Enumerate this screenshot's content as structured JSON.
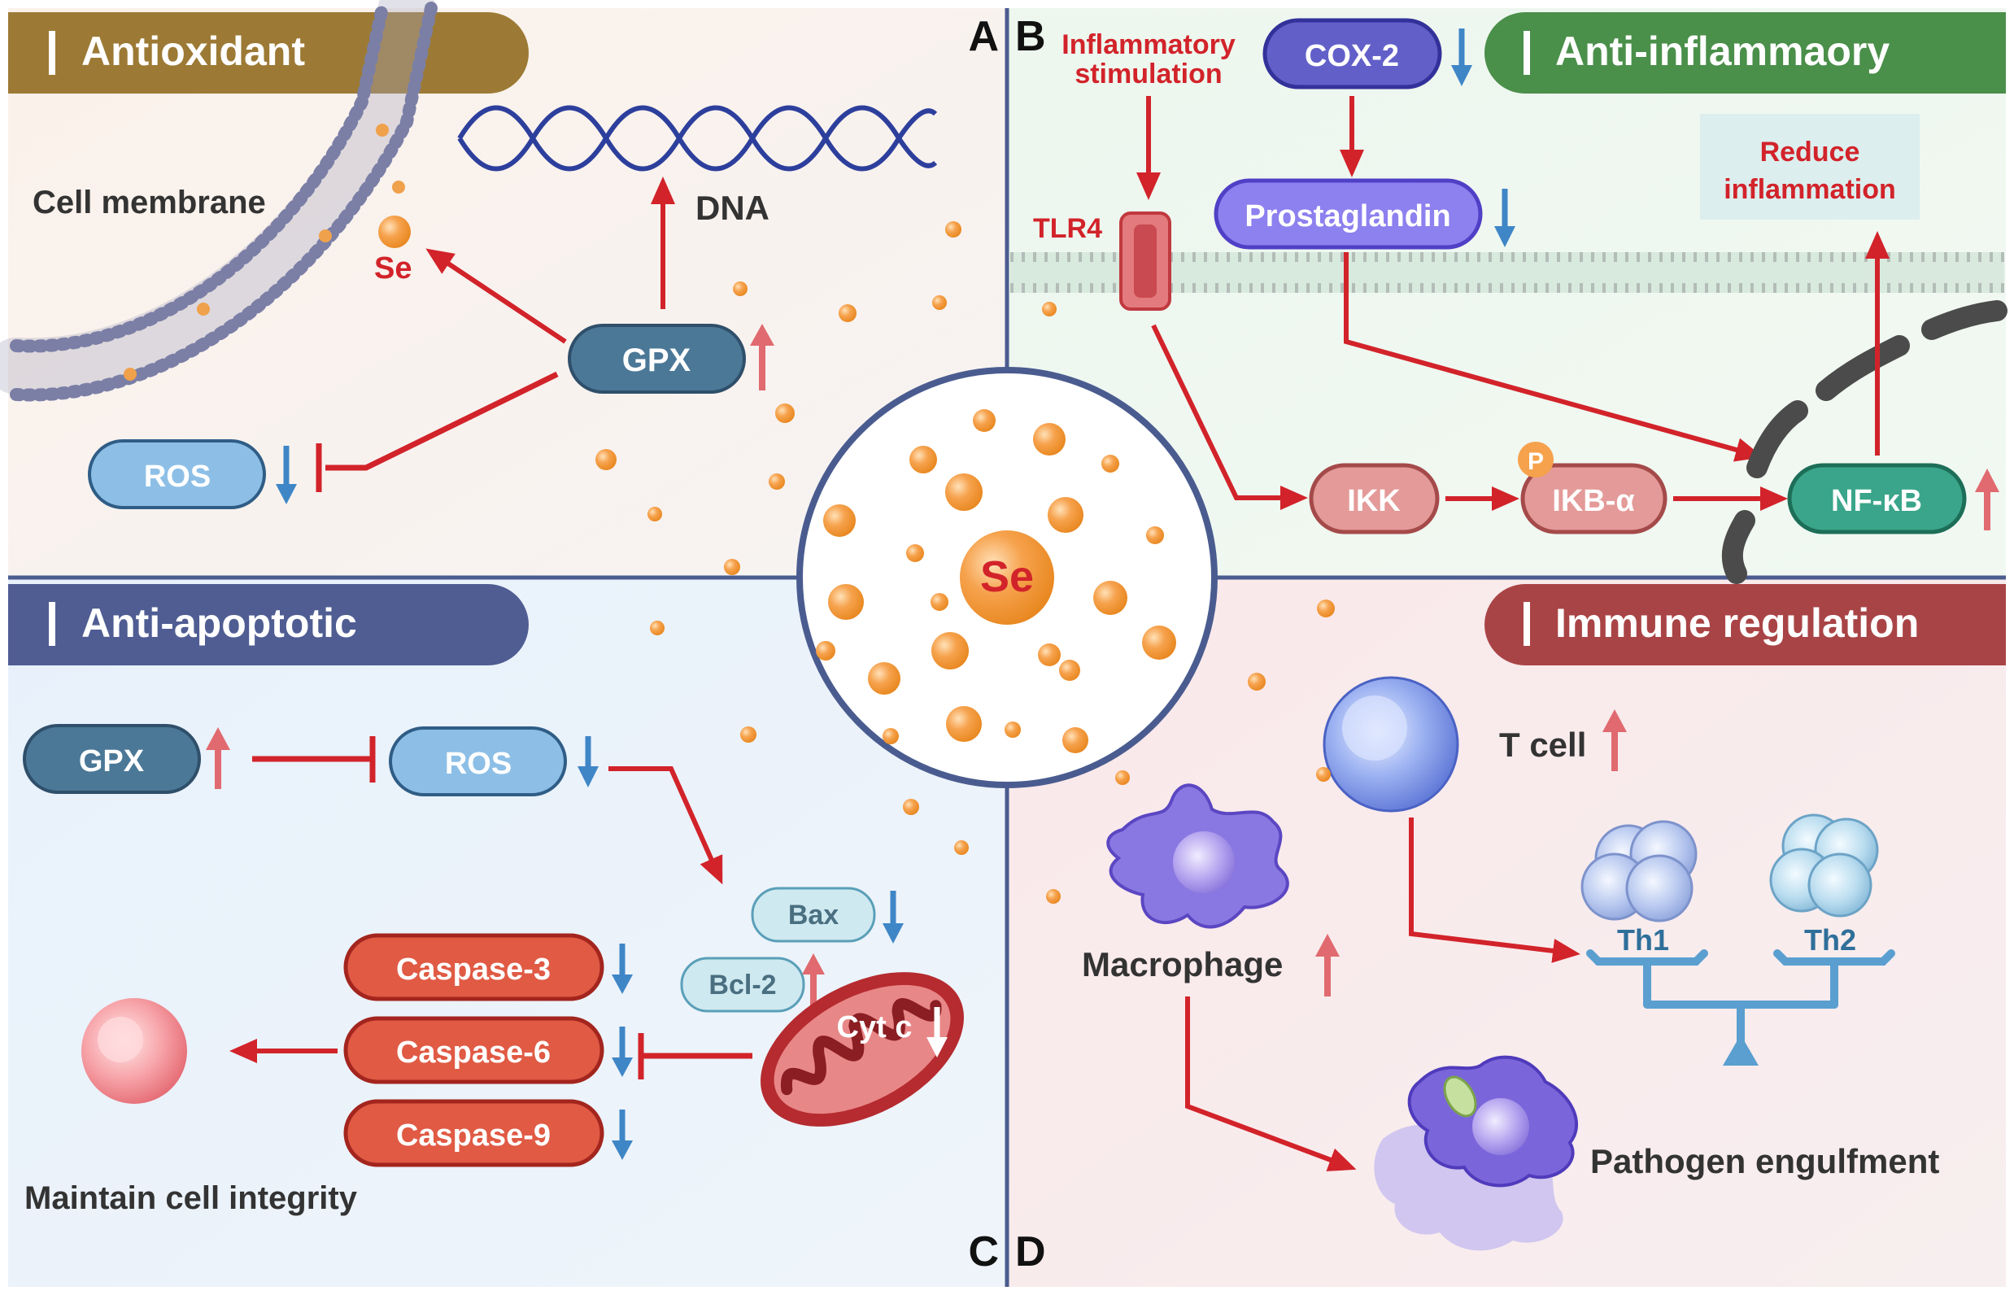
{
  "panels": {
    "a": {
      "title": "Antioxidant",
      "letter": "A"
    },
    "b": {
      "title": "Anti-inflammaory",
      "letter": "B"
    },
    "c": {
      "title": "Anti-apoptotic",
      "letter": "C"
    },
    "d": {
      "title": "Immune regulation",
      "letter": "D"
    }
  },
  "center": {
    "label": "Se"
  },
  "antioxidant": {
    "cell_membrane": "Cell membrane",
    "se": "Se",
    "dna": "DNA",
    "gpx": "GPX",
    "ros": "ROS"
  },
  "inflammatory": {
    "stimulation_line1": "Inflammatory",
    "stimulation_line2": "stimulation",
    "cox2": "COX-2",
    "prostaglandin": "Prostaglandin",
    "tlr4": "TLR4",
    "reduce_line1": "Reduce",
    "reduce_line2": "inflammation",
    "ikk": "IKK",
    "p": "P",
    "ikb": "IKB-α",
    "nfkb": "NF-κB"
  },
  "apoptotic": {
    "gpx": "GPX",
    "ros": "ROS",
    "bax": "Bax",
    "bcl2": "Bcl-2",
    "cytc": "Cyt c",
    "caspase3": "Caspase-3",
    "caspase6": "Caspase-6",
    "caspase9": "Caspase-9",
    "maintain": "Maintain cell integrity"
  },
  "immune": {
    "tcell": "T cell",
    "macrophage": "Macrophage",
    "th1": "Th1",
    "th2": "Th2",
    "pathogen": "Pathogen engulfment"
  },
  "colors": {
    "arrow_red": "#d2232a",
    "down_blue": "#3f86c7",
    "up_pink": "#e06a6f",
    "divider": "#4a5c8f"
  }
}
